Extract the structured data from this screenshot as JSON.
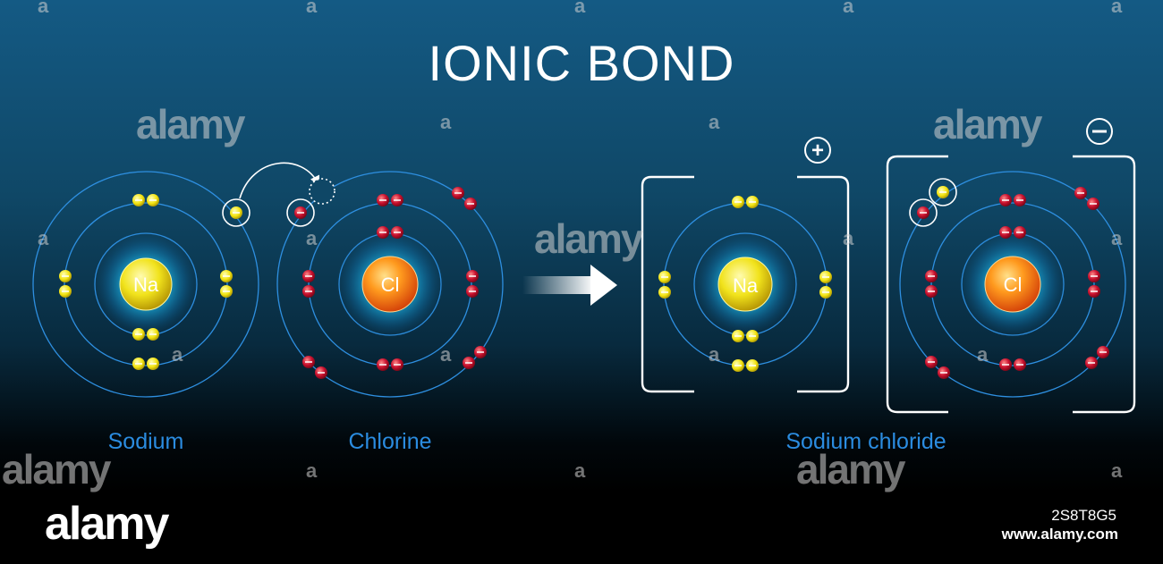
{
  "title": "IONIC BOND",
  "labels": {
    "sodium": "Sodium",
    "chlorine": "Chlorine",
    "product": "Sodium chloride"
  },
  "nucleus_symbols": {
    "sodium": "Na",
    "chlorine": "Cl"
  },
  "ion_charges": {
    "sodium_ion": "+",
    "chloride_ion": "−"
  },
  "electron_counts": {
    "sodium_atom": [
      2,
      8,
      1
    ],
    "chlorine_atom": [
      2,
      8,
      7
    ],
    "sodium_ion": [
      2,
      8
    ],
    "chloride_ion": [
      2,
      8,
      8
    ]
  },
  "watermark": {
    "text": "alamy",
    "small": "a"
  },
  "footer": {
    "logo": "alamy",
    "image_id": "2S8T8G5",
    "url": "www.alamy.com"
  },
  "colors": {
    "sodium_electron": "#f2e30f",
    "chlorine_electron": "#c8102e",
    "orbit": "#2e8fe0",
    "label": "#2b8ce0",
    "background_top": "#145a84"
  }
}
